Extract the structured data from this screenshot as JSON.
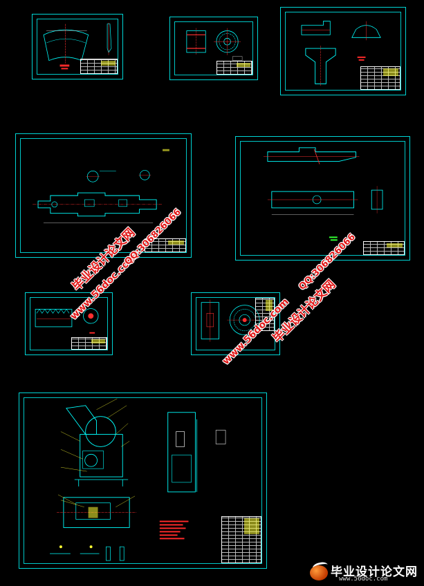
{
  "watermarks": {
    "site_name_cn": "毕业设计论文网",
    "url": "www.56doc.com",
    "qq": "QQ:306826066"
  },
  "logo": {
    "name_cn": "毕业设计论文网",
    "url": "www.56doc.com"
  },
  "colors": {
    "background": "#000000",
    "frame": "#00d6d6",
    "geometry": "#00ffff",
    "centerline": "#ff3030",
    "dimension": "#f0f0f0",
    "balloon": "#ffff33",
    "note": "#ff2a2a",
    "watermark": "#e01818"
  }
}
